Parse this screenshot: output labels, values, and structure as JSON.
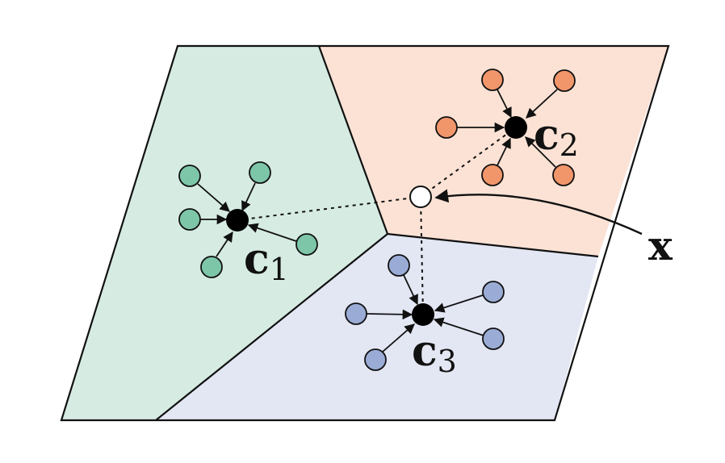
{
  "colors": {
    "green_region": "#d6ece3",
    "orange_region": "#fbe2d4",
    "blue_region": "#e3e7f4",
    "green_point": "#7dc6a8",
    "orange_point": "#f1966b",
    "blue_point": "#9aacd5",
    "centroid": "#000000",
    "query_point": "#ffffff",
    "outline": "#111111"
  },
  "labels": {
    "c1_main": "c",
    "c1_sub": "1",
    "c2_main": "c",
    "c2_sub": "2",
    "c3_main": "c",
    "c3_sub": "3",
    "query": "x"
  },
  "clusters": [
    {
      "id": "c1",
      "point_color": "green_point",
      "points": 5
    },
    {
      "id": "c2",
      "point_color": "orange_point",
      "points": 5
    },
    {
      "id": "c3",
      "point_color": "blue_point",
      "points": 5
    }
  ]
}
